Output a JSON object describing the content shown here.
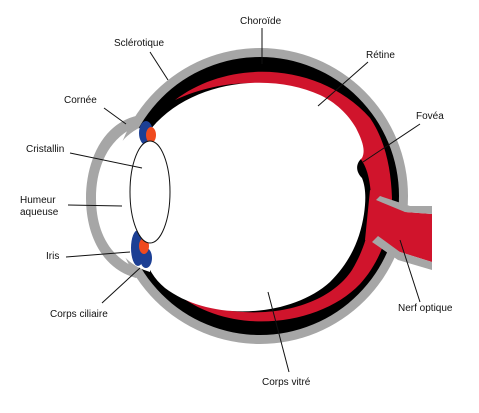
{
  "labels": {
    "sclerotique": "Sclérotique",
    "choroide": "Choroïde",
    "retine": "Rétine",
    "cornee": "Cornée",
    "fovea": "Fovéa",
    "cristallin": "Cristallin",
    "humeur_line1": "Humeur",
    "humeur_line2": "aqueuse",
    "iris": "Iris",
    "corps_ciliaire": "Corps ciliaire",
    "nerf_optique": "Nerf optique",
    "corps_vitre": "Corps vitré"
  },
  "colors": {
    "sclera": "#a6a6a6",
    "choroid": "#000000",
    "retina": "#d0142c",
    "iris": "#1c3f94",
    "ciliary": "#f04a1e",
    "interior": "#ffffff"
  }
}
